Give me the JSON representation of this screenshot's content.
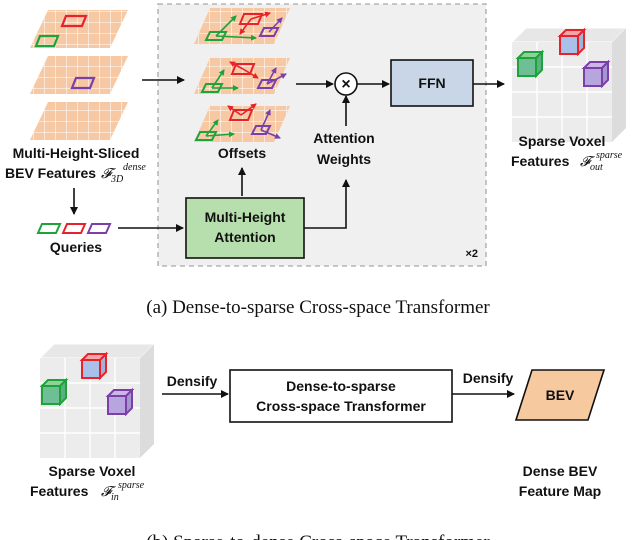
{
  "panel_a": {
    "bev_label_line1": "Multi-Height-Sliced",
    "bev_label_line2": "BEV Features",
    "bev_math_symbol": "𝓕",
    "bev_math_sub": "3D",
    "bev_math_sup": "dense",
    "queries_label": "Queries",
    "offsets_label": "Offsets",
    "attention_weights_line1": "Attention",
    "attention_weights_line2": "Weights",
    "mha_line1": "Multi-Height",
    "mha_line2": "Attention",
    "ffn_label": "FFN",
    "multiply_symbol": "×",
    "repeat_label": "×2",
    "sparse_out_line1": "Sparse Voxel",
    "sparse_out_line2": "Features",
    "out_math_symbol": "𝓕",
    "out_math_sub": "out",
    "out_math_sup": "sparse",
    "caption": "(a) Dense-to-sparse Cross-space Transformer"
  },
  "panel_b": {
    "densify_left": "Densify",
    "densify_right": "Densify",
    "transformer_line1": "Dense-to-sparse",
    "transformer_line2": "Cross-space Transformer",
    "bev_box_label": "BEV",
    "sparse_in_line1": "Sparse Voxel",
    "sparse_in_line2": "Features",
    "in_math_symbol": "𝓕",
    "in_math_sub": "in",
    "in_math_sup": "sparse",
    "dense_bev_line1": "Dense BEV",
    "dense_bev_line2": "Feature Map",
    "caption": "(b) Sparse-to-dense Cross-space Transformer"
  },
  "colors": {
    "bev_fill": "#f6c9a4",
    "ffn_fill": "#c9d6e8",
    "mha_fill": "#b7dfad",
    "bev_box_fill": "#f7c99f",
    "red": "#e8222b",
    "green": "#1ea33a",
    "purple": "#7b3fa8",
    "panel_fill": "#f0f0f0"
  }
}
